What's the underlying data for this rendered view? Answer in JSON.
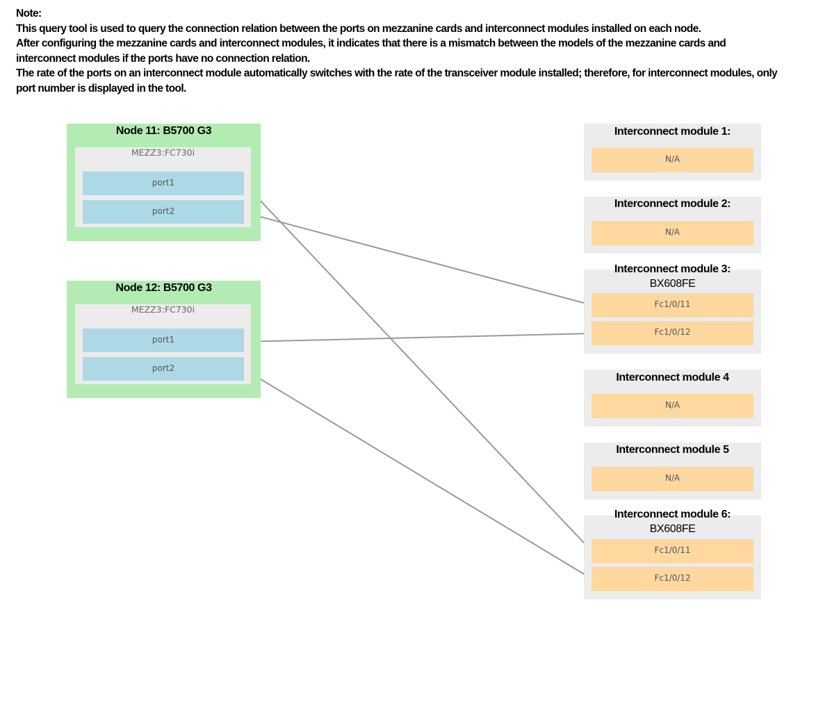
{
  "note": {
    "heading": "Note:",
    "lines": [
      "This query tool is used to query the connection relation between the ports on mezzanine cards and interconnect modules installed on each node.",
      "After configuring the mezzanine cards and interconnect modules, it indicates that there is a mismatch between the models of the mezzanine cards and interconnect modules if the ports have no connection relation.",
      "The rate of the ports on an interconnect module automatically switches with the rate of the transceiver module installed; therefore, for interconnect modules, only port number is displayed in the tool."
    ]
  },
  "nodes": [
    {
      "title": "Node 11: B5700 G3",
      "mezz": "MEZZ3:FC730i",
      "ports": [
        "port1",
        "port2"
      ]
    },
    {
      "title": "Node 12: B5700 G3",
      "mezz": "MEZZ3:FC730i",
      "ports": [
        "port1",
        "port2"
      ]
    }
  ],
  "modules": [
    {
      "title": "Interconnect module 1:",
      "subtitle": "",
      "ports": [
        "N/A"
      ]
    },
    {
      "title": "Interconnect module 2:",
      "subtitle": "",
      "ports": [
        "N/A"
      ]
    },
    {
      "title": "Interconnect module 3:",
      "subtitle": "BX608FE",
      "ports": [
        "Fc1/0/11",
        "Fc1/0/12"
      ]
    },
    {
      "title": "Interconnect module 4",
      "subtitle": "",
      "ports": [
        "N/A"
      ]
    },
    {
      "title": "Interconnect module 5",
      "subtitle": "",
      "ports": [
        "N/A"
      ]
    },
    {
      "title": "Interconnect module 6:",
      "subtitle": "BX608FE",
      "ports": [
        "Fc1/0/11",
        "Fc1/0/12"
      ]
    }
  ],
  "connections": [
    {
      "from_node": 0,
      "from_port": 0,
      "to_module": 5,
      "to_port": 0
    },
    {
      "from_node": 0,
      "from_port": 1,
      "to_module": 2,
      "to_port": 0
    },
    {
      "from_node": 1,
      "from_port": 0,
      "to_module": 2,
      "to_port": 1
    },
    {
      "from_node": 1,
      "from_port": 1,
      "to_module": 5,
      "to_port": 1
    }
  ],
  "colors": {
    "node_bg": "#b3ecb3",
    "mezz_bg": "#ececec",
    "port_bg": "#add8e6",
    "module_bg": "#ececec",
    "module_port_bg": "#ffd8a0",
    "link": "#999999"
  }
}
